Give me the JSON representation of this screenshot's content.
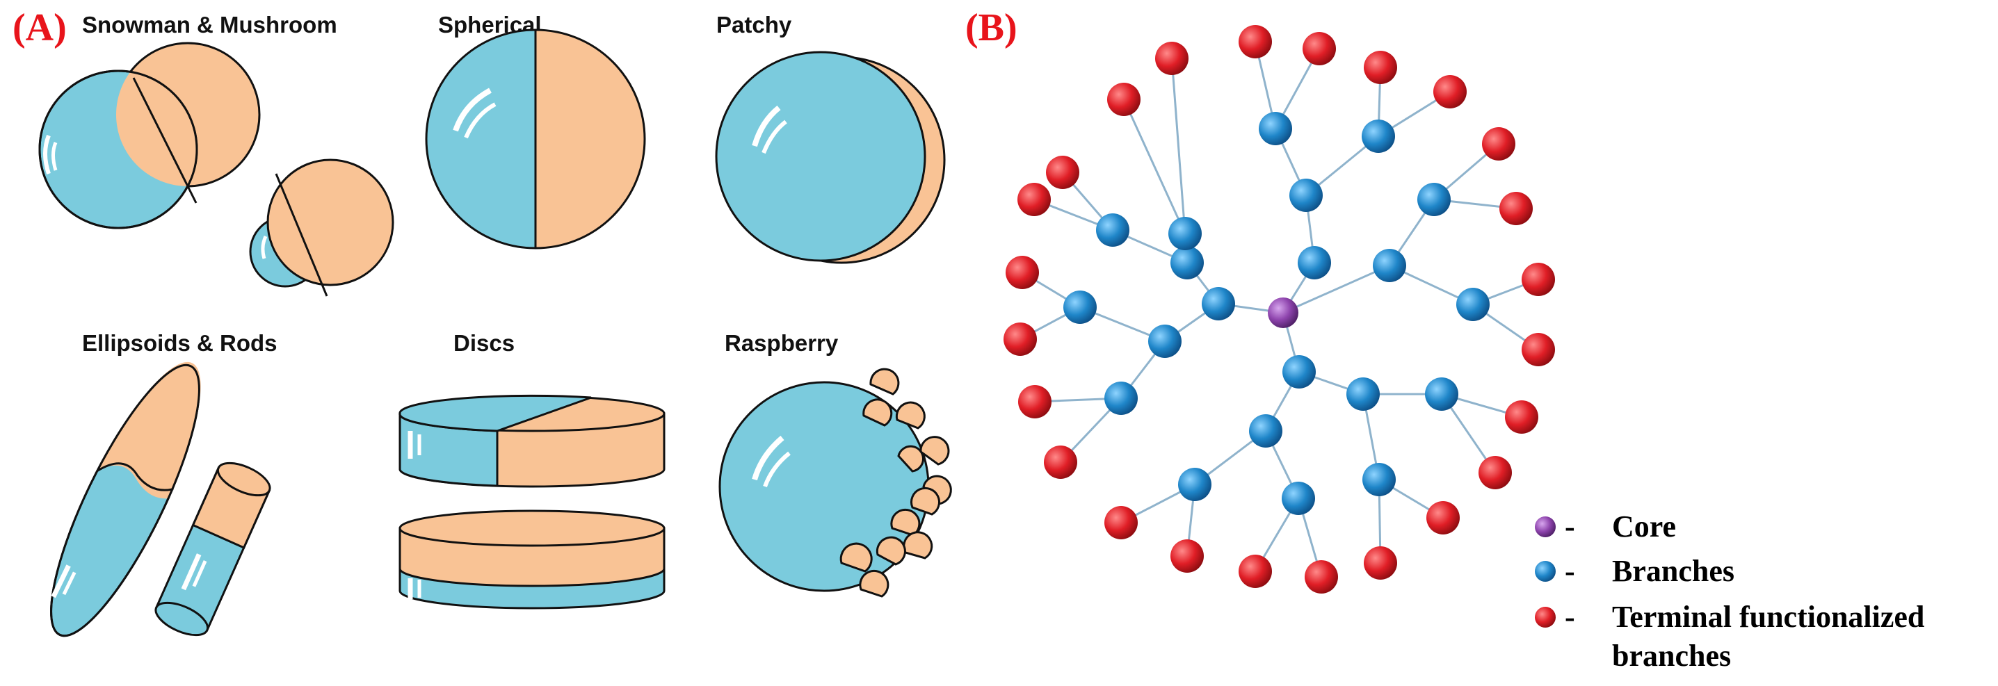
{
  "panels": {
    "a_label": "(A)",
    "b_label": "(B)"
  },
  "shapes": {
    "snowman": "Snowman & Mushroom",
    "spherical": "Spherical",
    "patchy": "Patchy",
    "ellipsoids": "Ellipsoids & Rods",
    "discs": "Discs",
    "raspberry": "Raspberry"
  },
  "legend": {
    "dash": "-",
    "core": "Core",
    "branches": "Branches",
    "terminal_line1": "Terminal functionalized",
    "terminal_line2": "branches"
  },
  "colors": {
    "label_red": "#e8141b",
    "janus_blue": "#7bcbdd",
    "janus_peach": "#f9c395",
    "core_purple": "#8e44ad",
    "branch_blue": "#1f86c9",
    "terminal_red": "#e01e26"
  }
}
